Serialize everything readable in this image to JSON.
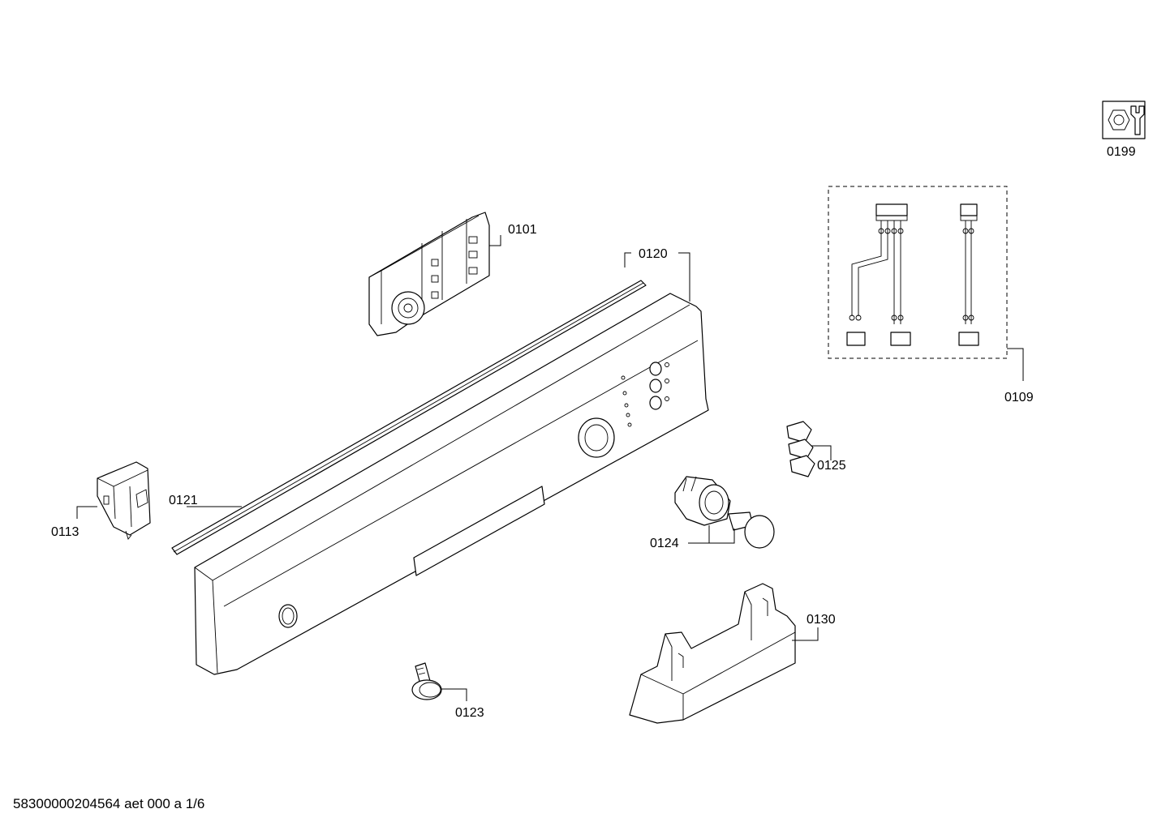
{
  "footer": {
    "document_code": "58300000204564 aet 000 a 1/6"
  },
  "icons": {
    "service_kit": "nut-wrench-icon"
  },
  "parts": [
    {
      "id": "0101"
    },
    {
      "id": "0109"
    },
    {
      "id": "0113"
    },
    {
      "id": "0120"
    },
    {
      "id": "0121"
    },
    {
      "id": "0123"
    },
    {
      "id": "0124"
    },
    {
      "id": "0125"
    },
    {
      "id": "0130"
    },
    {
      "id": "0199"
    }
  ]
}
